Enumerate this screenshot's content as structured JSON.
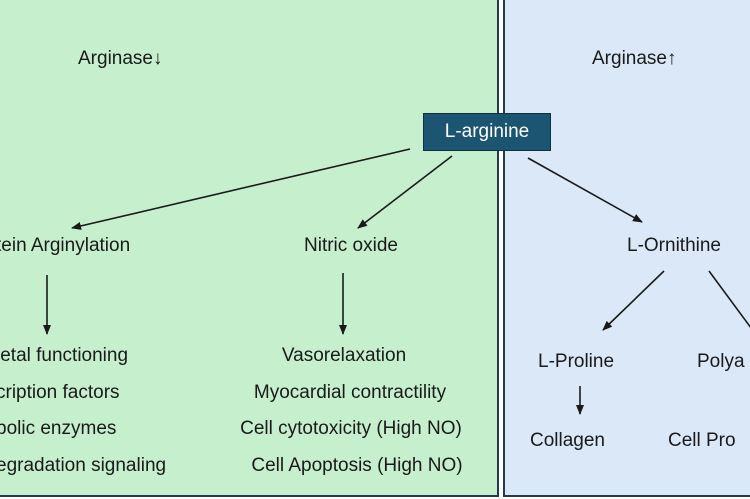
{
  "left_panel": {
    "title": "Arginase↓",
    "col1": {
      "heading": "tein Arginylation",
      "items": [
        "letal functioning",
        "cription factors",
        "bolic enzymes",
        "egradation signaling"
      ]
    },
    "col2": {
      "heading": "Nitric oxide",
      "items": [
        "Vasorelaxation",
        "Myocardial contractility",
        "Cell cytotoxicity (High NO)",
        "Cell Apoptosis (High NO)"
      ]
    }
  },
  "center": {
    "label": "L-arginine"
  },
  "right_panel": {
    "title": "Arginase↑",
    "heading": "L-Ornithine",
    "branch1": {
      "label": "L-Proline",
      "result": "Collagen"
    },
    "branch2": {
      "label": "Polya",
      "result": "Cell Pro"
    }
  },
  "colors": {
    "left_panel_bg": "#c6efce",
    "right_panel_bg": "#dae8f8",
    "node_bg": "#1c5571",
    "border": "#243a4f"
  }
}
